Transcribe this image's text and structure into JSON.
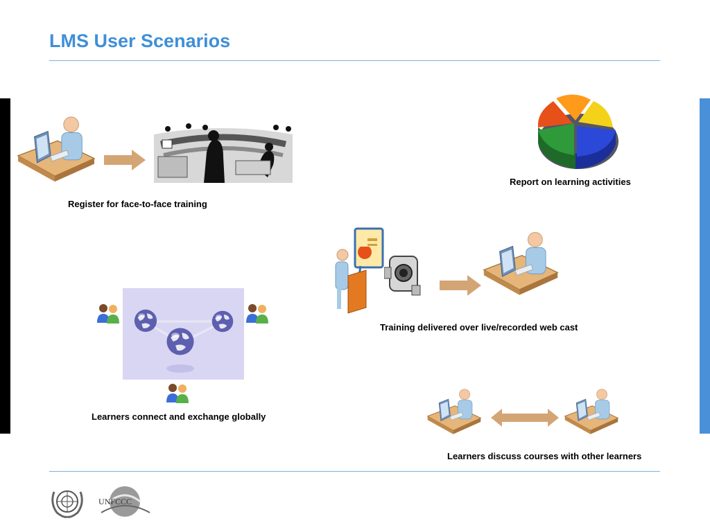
{
  "page": {
    "title": "LMS User Scenarios"
  },
  "scenarios": {
    "register": {
      "caption": "Register for face-to-face training"
    },
    "report": {
      "caption": "Report on learning activities"
    },
    "webcast": {
      "caption": "Training delivered over live/recorded web cast"
    },
    "connect": {
      "caption": "Learners connect and exchange globally"
    },
    "discuss": {
      "caption": "Learners discuss courses with other learners"
    }
  },
  "footer": {
    "logo_un": "un-emblem",
    "logo_unfccc": "UNFCCC"
  },
  "colors": {
    "title": "#3f8fd8",
    "rule": "#7fb2e0",
    "left_bar": "#000000",
    "right_bar": "#4a90d9",
    "arrow": "#d4a574",
    "pie": [
      "#ff9a1a",
      "#f4d21a",
      "#2b48d8",
      "#2e9a3a",
      "#e8501a"
    ]
  }
}
